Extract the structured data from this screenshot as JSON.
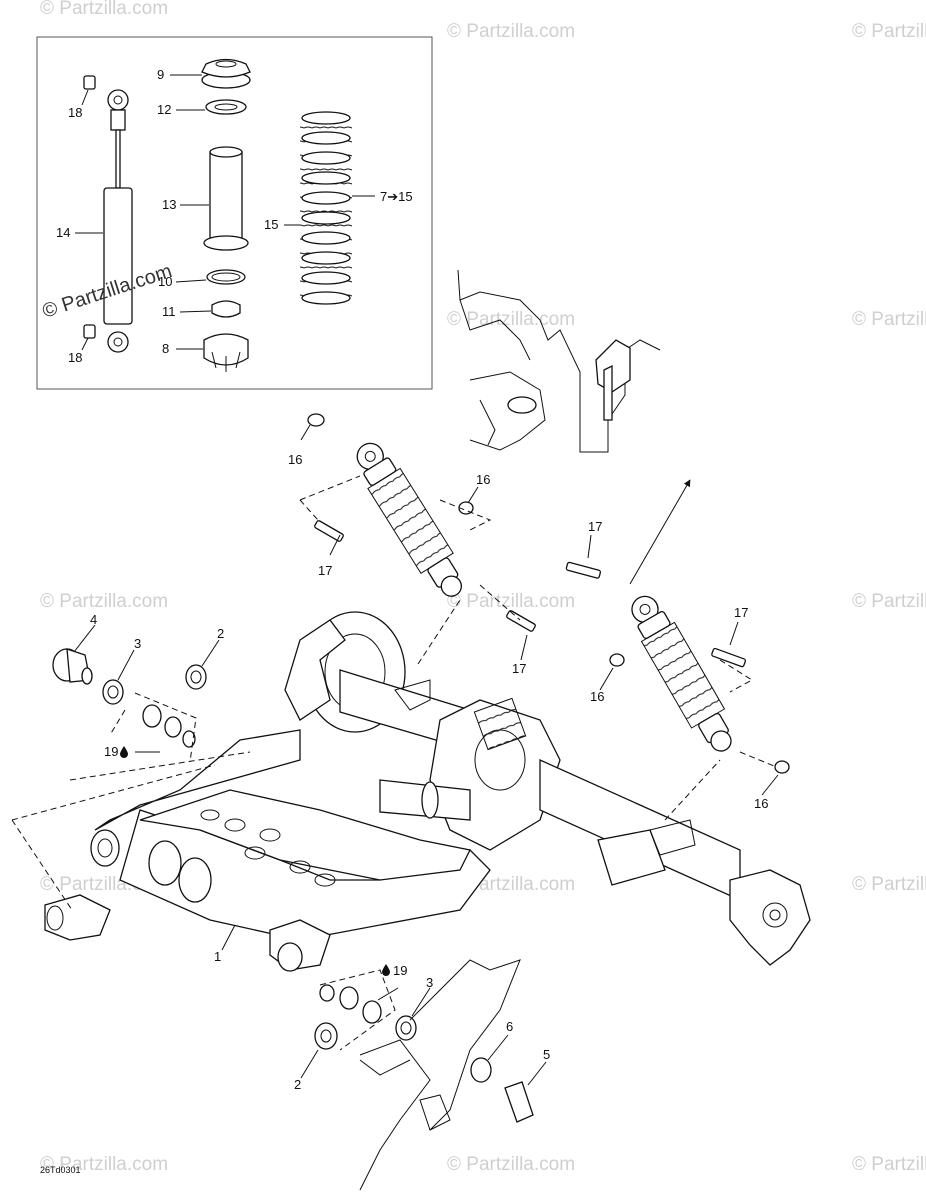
{
  "watermarks": {
    "light": "© Partzilla.com",
    "dark": "© Partzilla.com"
  },
  "diagram_code": "26Td0301",
  "callouts": {
    "c1": "1",
    "c2a": "2",
    "c2b": "2",
    "c3a": "3",
    "c3b": "3",
    "c4": "4",
    "c5": "5",
    "c6": "6",
    "c7_15": "7➔15",
    "c8": "8",
    "c9": "9",
    "c10": "10",
    "c11": "11",
    "c12": "12",
    "c13": "13",
    "c14": "14",
    "c15": "15",
    "c16a": "16",
    "c16b": "16",
    "c16c": "16",
    "c16d": "16",
    "c17a": "17",
    "c17b": "17",
    "c17c": "17",
    "c17d": "17",
    "c18a": "18",
    "c18b": "18",
    "c19a": "19",
    "c19b": "19"
  }
}
